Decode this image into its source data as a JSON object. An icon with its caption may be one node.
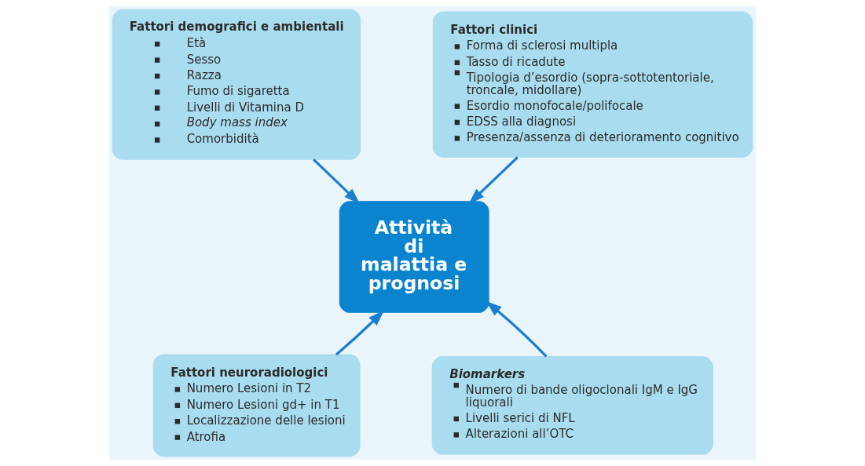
{
  "diagram": {
    "nodes": [
      {
        "text": [
          "Fattori demografici e ambientali",
          "Età",
          "Sesso",
          "Razza",
          "Fumo di sigaretta",
          "Livelli di Vitamina D",
          "*Body mass index*",
          "Comorbidità"
        ]
      },
      {
        "text": [
          "Fattori clinici",
          "Forma di sclerosi multipla",
          "Tasso di ricadute",
          "Tipologia d’esordio (sopra-sottotentoriale, troncale, midollare)",
          "Esordio monofocale/polifocale",
          "EDSS alla diagnosi",
          "Presenza/assenza di deterioramento cognitivo"
        ]
      },
      {
        "text": [
          "Attività di malattia e prognosi"
        ]
      },
      {
        "text": [
          "Fattori neuroradiologici",
          "Numero Lesioni in T2",
          "Numero Lesioni gd+ in T1",
          "Localizzazione delle lesioni",
          "Atrofia"
        ]
      },
      {
        "text": [
          "Biomarkers",
          "Numero di bande oligoclonali IgM e IgG liquorali",
          "Livelli serici di NFL",
          "Alterazioni all’OTC"
        ]
      }
    ],
    "edges": [
      {
        "from": 0,
        "to": 2,
        "arrow": "to"
      },
      {
        "from": 1,
        "to": 2,
        "arrow": "to"
      },
      {
        "from": 3,
        "to": 2,
        "arrow": "to"
      },
      {
        "from": 4,
        "to": 2,
        "arrow": "to"
      }
    ]
  }
}
